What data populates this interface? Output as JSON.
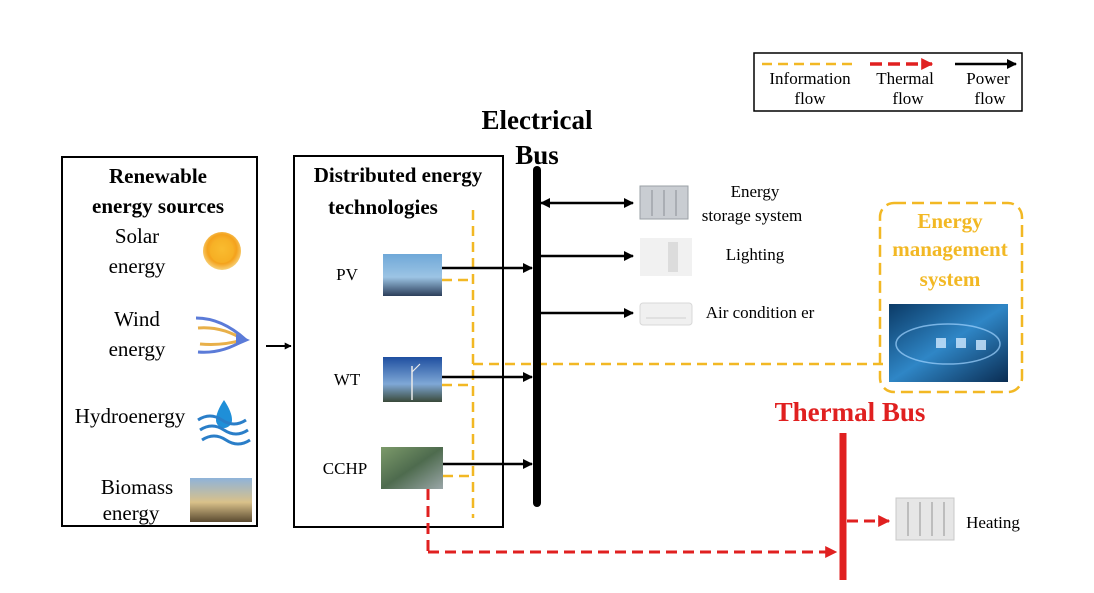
{
  "legend": {
    "information_line1": "Information",
    "information_line2": "flow",
    "thermal_line1": "Thermal",
    "thermal_line2": "flow",
    "power_line1": "Power",
    "power_line2": "flow"
  },
  "renewable": {
    "title_line1": "Renewable",
    "title_line2": "energy sources",
    "solar_line1": "Solar",
    "solar_line2": "energy",
    "wind_line1": "Wind",
    "wind_line2": "energy",
    "hydro": "Hydroenergy",
    "biomass_line1": "Biomass",
    "biomass_line2": "energy"
  },
  "distributed": {
    "title_line1": "Distributed energy",
    "title_line2": "technologies",
    "pv": "PV",
    "wt": "WT",
    "cchp": "CCHP"
  },
  "electrical_bus": {
    "line1": "Electrical",
    "line2": "Bus"
  },
  "loads": {
    "storage_line1": "Energy",
    "storage_line2": "storage system",
    "lighting": "Lighting",
    "air": "Air condition er"
  },
  "ems": {
    "line1": "Energy",
    "line2": "management",
    "line3": "system"
  },
  "thermal_bus": "Thermal Bus",
  "heating": "Heating",
  "colors": {
    "information": "#f2b824",
    "thermal": "#e02020",
    "power": "#000000"
  }
}
